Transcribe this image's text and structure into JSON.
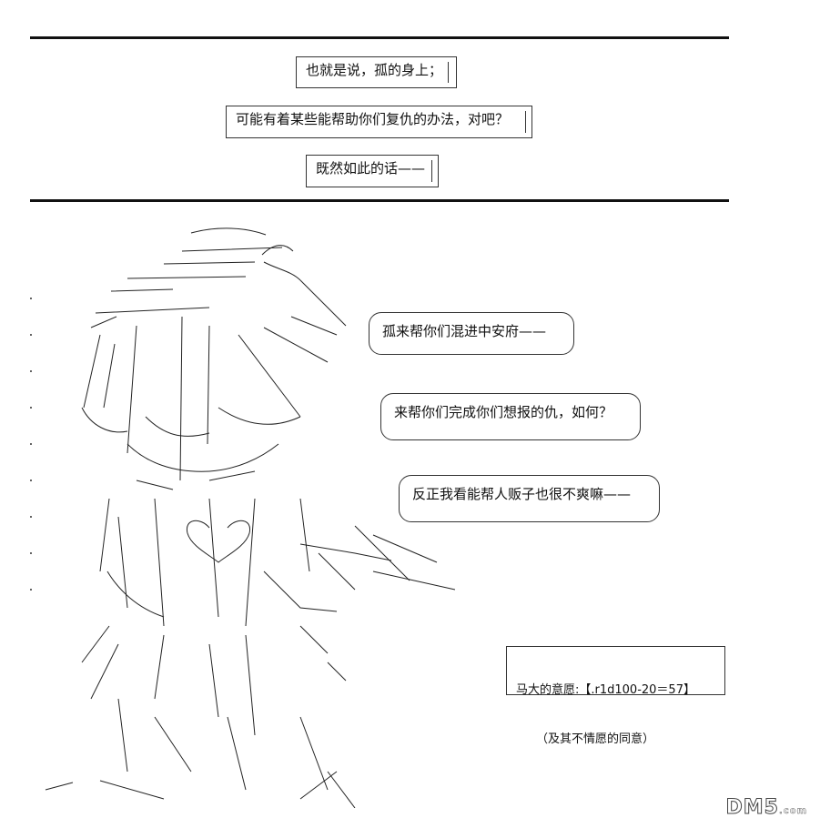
{
  "narration": [
    "也就是说，孤的身上；",
    "可能有着某些能帮助你们复仇的办法，对吧？",
    "既然如此的话——"
  ],
  "speech": [
    "孤来帮你们混进中安府——",
    "来帮你们完成你们想报的仇，如何？",
    "反正我看能帮人贩子也很不爽嘛——"
  ],
  "roll": {
    "line1": "马大的意愿:【.r1d100-20＝57】",
    "line2": "（及其不情愿的同意）"
  },
  "watermark": {
    "main": "DM5",
    "suffix": ".com"
  }
}
